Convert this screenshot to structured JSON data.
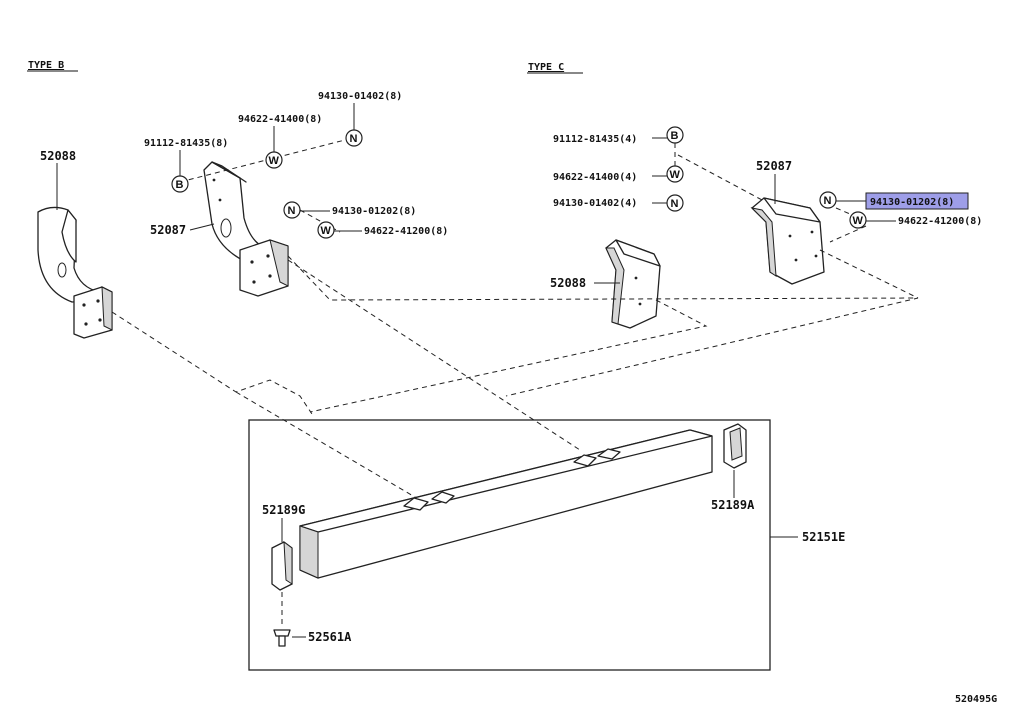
{
  "headers": {
    "type_b": "TYPE B",
    "type_c": "TYPE C"
  },
  "type_b": {
    "bracket_left": "52088",
    "bracket_mid": "52087",
    "nut_top": "94130-01402(8)",
    "washer_top": "94622-41400(8)",
    "bolt": "91112-81435(8)",
    "nut_mid": "94130-01202(8)",
    "washer_mid": "94622-41200(8)"
  },
  "type_c": {
    "bolt": "91112-81435(4)",
    "washer_a": "94622-41400(4)",
    "nut_a": "94130-01402(4)",
    "bracket_left": "52088",
    "bracket_right": "52087",
    "nut_b": "94130-01202(8)",
    "washer_b": "94622-41200(8)"
  },
  "symbols": {
    "nut": "N",
    "washer": "W",
    "bolt": "B"
  },
  "assembly": {
    "cap_left": "52189G",
    "cap_right": "52189A",
    "bumper": "52151E",
    "clip": "52561A"
  },
  "diagram_id": "520495G",
  "colors": {
    "highlight": "#9e9ee8",
    "line": "#222222"
  }
}
